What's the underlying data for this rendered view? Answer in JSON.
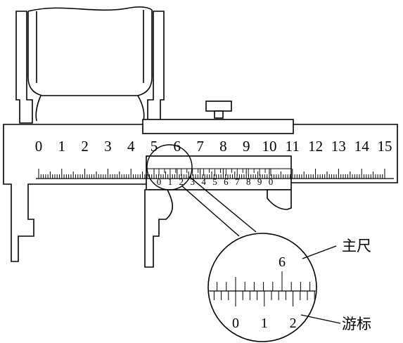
{
  "main_scale": {
    "numbers": [
      "0",
      "1",
      "2",
      "3",
      "4",
      "5",
      "6",
      "7",
      "8",
      "9",
      "10",
      "11",
      "12",
      "13",
      "14",
      "15"
    ]
  },
  "vernier_scale": {
    "numbers": [
      "0",
      "1",
      "2",
      "3",
      "4",
      "5",
      "6",
      "7",
      "8",
      "9",
      "0"
    ]
  },
  "magnifier": {
    "main_number": "6",
    "vernier_numbers": [
      "0",
      "1",
      "2"
    ],
    "main_scale_label": "主尺",
    "vernier_label": "游标"
  }
}
